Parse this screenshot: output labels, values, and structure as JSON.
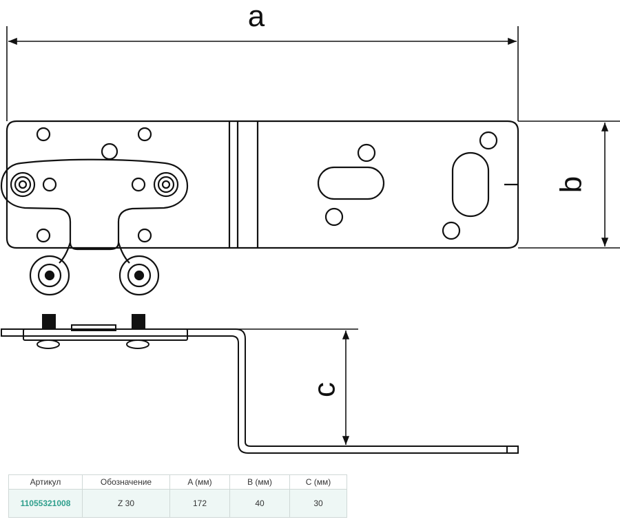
{
  "dimension_labels": {
    "a": "a",
    "b": "b",
    "c": "c"
  },
  "table": {
    "headers": [
      "Артикул",
      "Обозначение",
      "A (мм)",
      "B (мм)",
      "C (мм)"
    ],
    "row": [
      "11055321008",
      "Z 30",
      "172",
      "40",
      "30"
    ]
  },
  "colors": {
    "line": "#111111",
    "article": "#2e9e8c",
    "row_bg": "#eef7f5",
    "border": "#cfd8d6"
  }
}
